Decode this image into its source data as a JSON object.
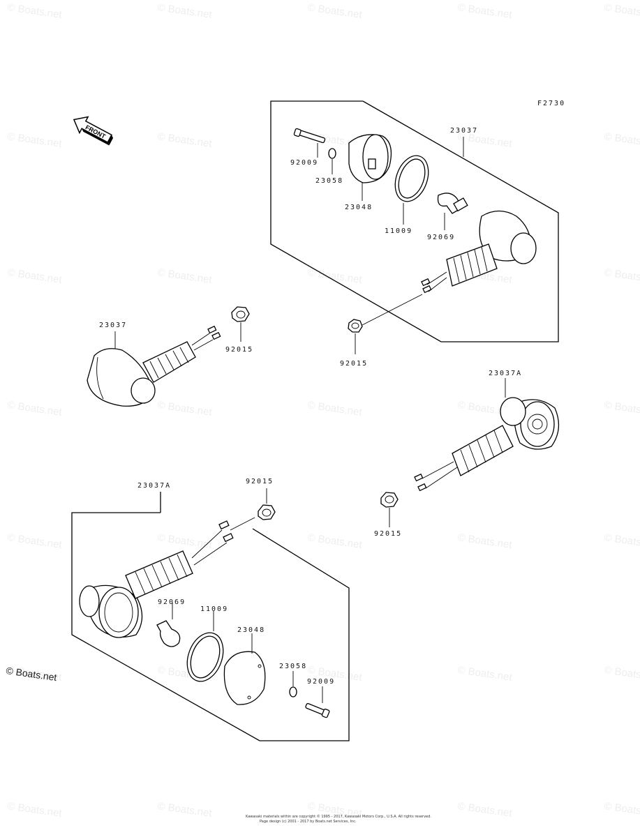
{
  "figure_code": "F2730",
  "front_label": "FRONT",
  "watermark_text": "© Boats.net",
  "logo_text": "© Boats.net",
  "copyright_lines": [
    "Kawasaki materials within are copyright © 1995 - 2017, Kawasaki Motors Corp., U.S.A. All rights reserved.",
    "Page design (c) 2001 - 2017 by Boats.net Services, Inc."
  ],
  "callouts": {
    "ur_23037": "23037",
    "ur_92009": "92009",
    "ur_23058": "23058",
    "ur_23048": "23048",
    "ur_11009": "11009",
    "ur_92069": "92069",
    "ur_92015": "92015",
    "ul_23037": "23037",
    "ul_92015": "92015",
    "mr_23037A": "23037A",
    "mr_92015": "92015",
    "ll_23037A": "23037A",
    "ll_92015": "92015",
    "ll_92069": "92069",
    "ll_11009": "11009",
    "ll_23048": "23048",
    "ll_23058": "23058",
    "ll_92009": "92009"
  }
}
